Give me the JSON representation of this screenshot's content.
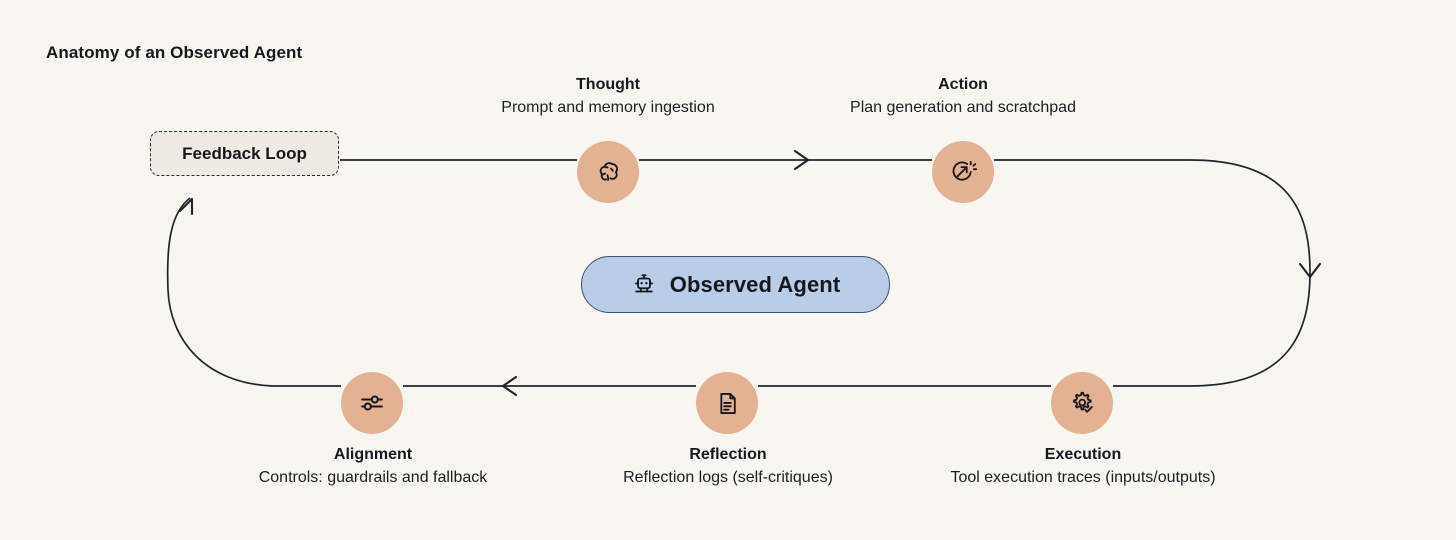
{
  "diagram": {
    "title": "Anatomy of an Observed Agent",
    "background_color": "#f7f6f1",
    "node_color": "#e3b293",
    "center_color": "#b9cde9",
    "feedback_color": "#efebe4",
    "line_color": "#22252b"
  },
  "feedback": {
    "label": "Feedback Loop",
    "icon": "dashed-box"
  },
  "center": {
    "label": "Observed Agent",
    "icon": "robot-icon"
  },
  "nodes": [
    {
      "id": "thought",
      "name": "Thought",
      "desc": "Prompt and memory ingestion",
      "icon": "brain-icon"
    },
    {
      "id": "action",
      "name": "Action",
      "desc": "Plan generation and scratchpad",
      "icon": "idea-arrow-icon"
    },
    {
      "id": "execution",
      "name": "Execution",
      "desc": "Tool execution traces (inputs/outputs)",
      "icon": "gear-check-icon"
    },
    {
      "id": "reflection",
      "name": "Reflection",
      "desc": "Reflection logs (self-critiques)",
      "icon": "document-icon"
    },
    {
      "id": "alignment",
      "name": "Alignment",
      "desc": "Controls: guardrails and fallback",
      "icon": "sliders-icon"
    }
  ],
  "arrows": [
    {
      "id": "top-right-arrow",
      "direction": "right"
    },
    {
      "id": "right-down-arrow",
      "direction": "down"
    },
    {
      "id": "bottom-left-arrow",
      "direction": "left"
    },
    {
      "id": "left-up-arrow",
      "direction": "up"
    }
  ]
}
